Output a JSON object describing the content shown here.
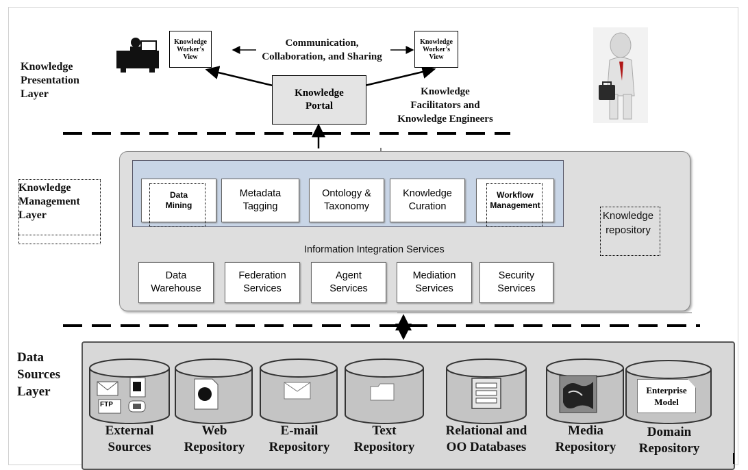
{
  "presentation_layer": {
    "label": "Knowledge\nPresentation\nLayer",
    "view_left": "Knowledge\nWorker's\nView",
    "view_right": "Knowledge\nWorker's\nView",
    "communication": "Communication,\nCollaboration, and Sharing",
    "portal": "Knowledge\nPortal",
    "facilitators": "Knowledge\nFacilitators and\nKnowledge Engineers"
  },
  "management_layer": {
    "label": "Knowledge\nManagement\nLayer",
    "top_services": [
      {
        "label": "Data\nMining"
      },
      {
        "label": "Metadata\nTagging"
      },
      {
        "label": "Ontology &\nTaxonomy"
      },
      {
        "label": "Knowledge\nCuration"
      },
      {
        "label": "Workflow\nManagement"
      }
    ],
    "integration_label": "Information Integration Services",
    "bottom_services": [
      {
        "label": "Data\nWarehouse"
      },
      {
        "label": "Federation\nServices"
      },
      {
        "label": "Agent\nServices"
      },
      {
        "label": "Mediation\nServices"
      },
      {
        "label": "Security\nServices"
      }
    ],
    "repository": "Knowledge\nrepository"
  },
  "data_sources_layer": {
    "label": "Data\nSources\nLayer",
    "sources": [
      {
        "label": "External\nSources",
        "icon": "mail-docs-ftp-icon"
      },
      {
        "label": "Web\nRepository",
        "icon": "web-document-icon"
      },
      {
        "label": "E-mail\nRepository",
        "icon": "envelope-icon"
      },
      {
        "label": "Text\nRepository",
        "icon": "folder-icon"
      },
      {
        "label": "Relational and\nOO Databases",
        "icon": "database-table-icon"
      },
      {
        "label": "Media\nRepository",
        "icon": "media-map-icon"
      },
      {
        "label": "Domain\nRepository",
        "icon": "enterprise-model-icon"
      }
    ],
    "ftp_label": "FTP",
    "enterprise_model": "Enterprise\nModel"
  },
  "colors": {
    "panel_gray": "#dedede",
    "inner_blue": "#c8d5e6",
    "repository_blue": "#c9dbe6",
    "cylinder_gray": "#c4c4c4"
  }
}
